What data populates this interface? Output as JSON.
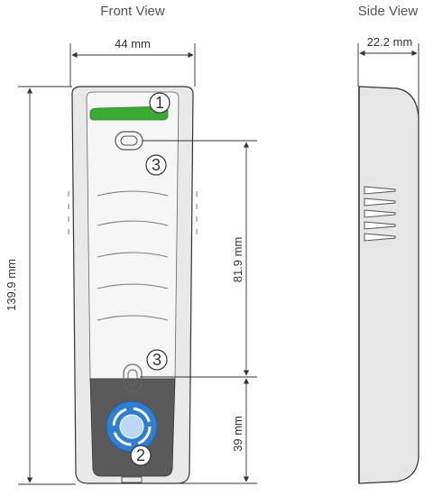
{
  "views": {
    "front_title": "Front View",
    "side_title": "Side View"
  },
  "dimensions": {
    "front_width": "44 mm",
    "front_height": "139.9 mm",
    "upper_section": "81.9 mm",
    "lower_section": "39 mm",
    "side_depth": "22.2 mm"
  },
  "callouts": {
    "led": "1",
    "button": "2",
    "sensor_top": "3",
    "sensor_bottom": "3"
  },
  "colors": {
    "led": "#3aaa35",
    "button_blue": "#2f7fd1",
    "housing": "#e9e9e9",
    "face": "#f4f4f4",
    "bottom_panel": "#5a5a5a",
    "line": "#333333"
  }
}
